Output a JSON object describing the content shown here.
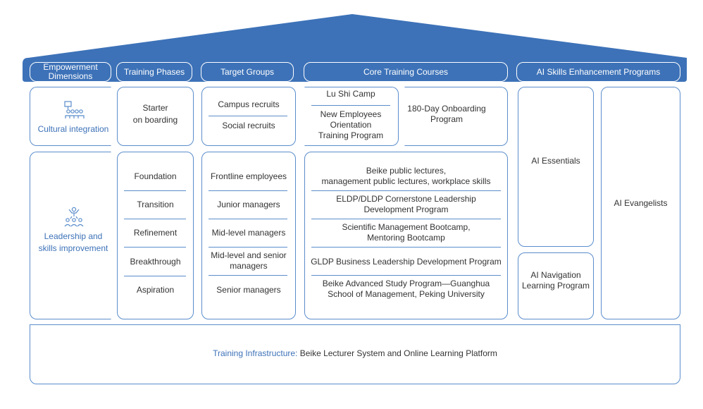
{
  "headers": {
    "dimensions": "Empowerment Dimensions",
    "phases": "Training Phases",
    "groups": "Target Groups",
    "courses": "Core Training Courses",
    "ai": "AI Skills Enhancement Programs"
  },
  "dimensions": {
    "cultural": "Cultural integration",
    "leadership": "Leadership and\nskills improvement"
  },
  "phases": {
    "onboarding": "Starter\non boarding",
    "items": [
      "Foundation",
      "Transition",
      "Refinement",
      "Breakthrough",
      "Aspiration"
    ]
  },
  "groups": {
    "cultural": [
      "Campus recruits",
      "Social recruits"
    ],
    "leadership": [
      "Frontline employees",
      "Junior managers",
      "Mid-level managers",
      "Mid-level and senior\nmanagers",
      "Senior managers"
    ]
  },
  "courses": {
    "lushi": "Lu Shi Camp",
    "orientation": "New Employees\nOrientation\nTraining Program",
    "onboarding180": "180-Day Onboarding\nProgram",
    "leadership": [
      "Beike public lectures,\nmanagement public lectures, workplace skills",
      "ELDP/DLDP Cornerstone Leadership\nDevelopment Program",
      "Scientific Management Bootcamp,\nMentoring Bootcamp",
      "GLDP Business Leadership Development Program",
      "Beike Advanced Study Program—Guanghua\nSchool of Management, Peking University"
    ]
  },
  "ai": {
    "essentials": "AI Essentials",
    "navigation": "AI Navigation\nLearning Program",
    "evangelists": "AI Evangelists"
  },
  "infrastructure": {
    "label": "Training Infrastructure:",
    "text": " Beike Lecturer System and Online Learning Platform"
  },
  "colors": {
    "primary": "#3d72b8",
    "border": "#5b8dcb",
    "text": "#333333"
  },
  "icons": [
    "people-meeting-icon",
    "leader-team-icon"
  ]
}
